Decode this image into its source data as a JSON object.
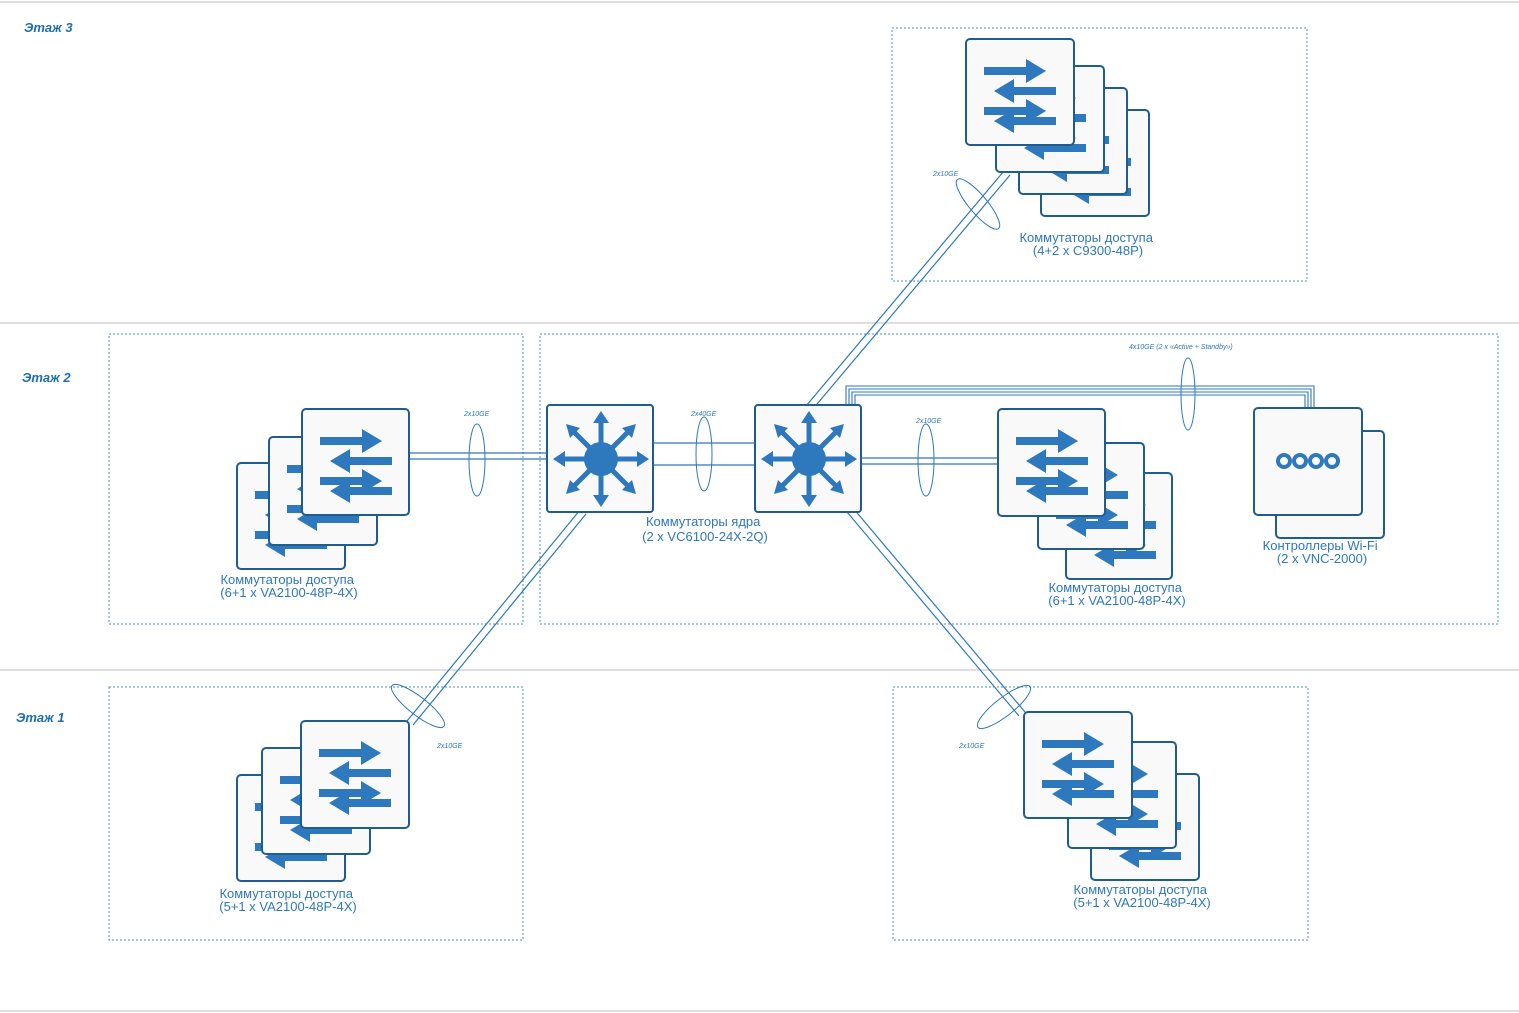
{
  "floors": [
    {
      "label": "Этаж 3"
    },
    {
      "label": "Этаж 2"
    },
    {
      "label": "Этаж 1"
    }
  ],
  "captions": {
    "f3_access": [
      "Коммутаторы доступа",
      "(4+2 x C9300-48P)"
    ],
    "f2_access_left": [
      "Коммутаторы доступа",
      "(6+1 x VA2100-48P-4X)"
    ],
    "core": [
      "Коммутаторы ядра",
      "(2 x VC6100-24X-2Q)"
    ],
    "f2_access_right": [
      "Коммутаторы доступа",
      "(6+1 x VA2100-48P-4X)"
    ],
    "wifi": [
      "Контроллеры Wi-Fi",
      "(2 x VNC-2000)"
    ],
    "f1_access_left": [
      "Коммутаторы доступа",
      "(5+1 x VA2100-48P-4X)"
    ],
    "f1_access_right": [
      "Коммутаторы доступа",
      "(5+1 x VA2100-48P-4X)"
    ]
  },
  "links": {
    "f3": "2x10GE",
    "f2_left": "2x10GE",
    "core_interlink": "2x40GE",
    "f2_right": "2x10GE",
    "wifi": "4x10GE (2 x «Active + Standby»)",
    "f1_left": "2x10GE",
    "f1_right": "2x10GE"
  },
  "colors": {
    "device_stroke": "#1f5d91",
    "icon_fill": "#2e78bd",
    "text": "#2e78bd",
    "floor_label": "#1f6fae",
    "zone_border": "#4a90c8"
  }
}
